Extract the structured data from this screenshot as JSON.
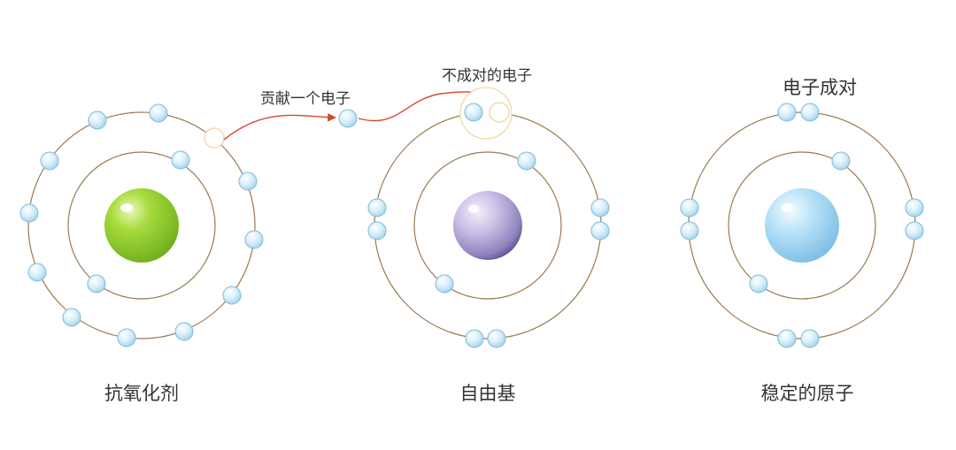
{
  "labels": {
    "antioxidant": "抗氧化剂",
    "free_radical": "自由基",
    "stable_atom": "稳定的原子",
    "donate_electron": "贡献一个电子",
    "unpaired_electron": "不成对的电子",
    "paired_electrons": "电子成对"
  },
  "colors": {
    "orbit": "#9b7a52",
    "arrow": "#d9462f",
    "electron_fill": "#cfe9f6",
    "electron_stroke": "#7fb9d9",
    "highlight_ring": "#f2d9a8",
    "nucleus_antioxidant": "#8ccb2c",
    "nucleus_free_radical": "#9b8fc6",
    "nucleus_stable": "#8fcbef",
    "text": "#333333"
  }
}
